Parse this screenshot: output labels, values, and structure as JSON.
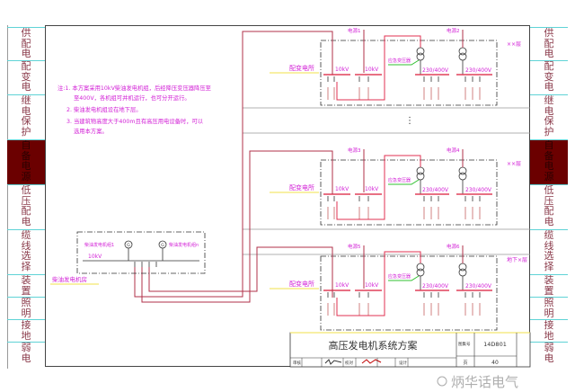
{
  "sidebar": {
    "sections": [
      {
        "label": "供配电",
        "active": false
      },
      {
        "label": "配变电",
        "active": false
      },
      {
        "label": "继电保护",
        "active": false
      },
      {
        "label": "自备电源",
        "active": true
      },
      {
        "label": "低压配电",
        "active": false
      },
      {
        "label": "缆线选择",
        "active": false
      },
      {
        "label": "装置",
        "active": false
      },
      {
        "label": "照明",
        "active": false
      },
      {
        "label": "接地",
        "active": false
      },
      {
        "label": "弱电",
        "active": false
      }
    ]
  },
  "notes": [
    "注:1. 本方案采用10kV柴油发电机组，后经降压变压器降压至",
    "至400V，各机组可并机运行，也可分开运行。",
    "2. 柴油发电机组设在地下层。",
    "3. 当建筑物高度大于400m且有高压用电设备时，可以",
    "选用本方案。"
  ],
  "blocks": [
    {
      "floor": "××层",
      "substation": "配变电所",
      "src_a": "电源1",
      "src_b": "电源2",
      "hv_a": "10kV",
      "hv_b": "10kV",
      "transformer": "应急变压器",
      "lv_a": "230/400V",
      "lv_b": "230/400V"
    },
    {
      "floor": "××层",
      "substation": "配变电所",
      "src_a": "电源3",
      "src_b": "电源4",
      "hv_a": "10kV",
      "hv_b": "10kV",
      "transformer": "应急变压器",
      "lv_a": "230/400V",
      "lv_b": "230/400V"
    },
    {
      "floor": "地下×层",
      "substation": "配变电所",
      "src_a": "电源5",
      "src_b": "电源6",
      "hv_a": "10kV",
      "hv_b": "10kV",
      "transformer": "应急变压器",
      "lv_a": "230/400V",
      "lv_b": "230/400V"
    }
  ],
  "ellipsis": "⋮",
  "generator_room": {
    "label": "柴油发电机房",
    "gen1": "柴油发电机组1",
    "genn": "柴油发电机组n",
    "bus": "10kV",
    "gen_symbol": "G"
  },
  "title_block": {
    "title": "高压发电机系统方案",
    "atlas_label": "图集号",
    "atlas_no": "14D801",
    "review": "审核",
    "check": "校对",
    "design": "设计",
    "page_label": "页",
    "page_no": "40"
  },
  "watermark": "炳华话电气",
  "colors": {
    "wire": "#b0304a",
    "label": "#d21fd6",
    "bus": "#e0405a",
    "active_section": "#6b0000",
    "divider": "#5fd3d6"
  }
}
